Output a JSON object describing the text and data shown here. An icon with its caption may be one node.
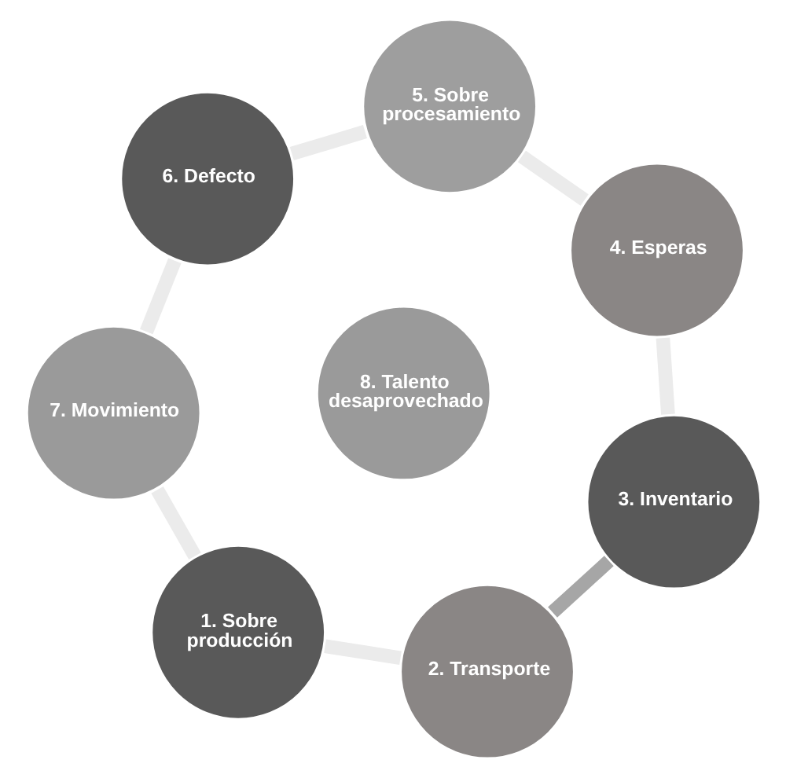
{
  "diagram": {
    "nodes": [
      {
        "text": [
          "1. Sobre producción"
        ]
      },
      {
        "text": [
          "2. Transporte"
        ]
      },
      {
        "text": [
          "3. Inventario"
        ]
      },
      {
        "text": [
          "4. Esperas"
        ]
      },
      {
        "text": [
          "5. Sobre procesamiento"
        ]
      },
      {
        "text": [
          "6. Defecto"
        ]
      },
      {
        "text": [
          "7. Movimiento"
        ]
      },
      {
        "text": [
          "8. Talento desaprovechado"
        ]
      }
    ],
    "edges": [
      {
        "from": 0,
        "to": 1,
        "arrow": "none"
      },
      {
        "from": 1,
        "to": 2,
        "arrow": "none",
        "color": "#a6a6a6"
      },
      {
        "from": 2,
        "to": 3,
        "arrow": "none"
      },
      {
        "from": 3,
        "to": 4,
        "arrow": "none"
      },
      {
        "from": 4,
        "to": 5,
        "arrow": "none"
      },
      {
        "from": 5,
        "to": 6,
        "arrow": "none"
      },
      {
        "from": 6,
        "to": 0,
        "arrow": "none"
      }
    ]
  }
}
